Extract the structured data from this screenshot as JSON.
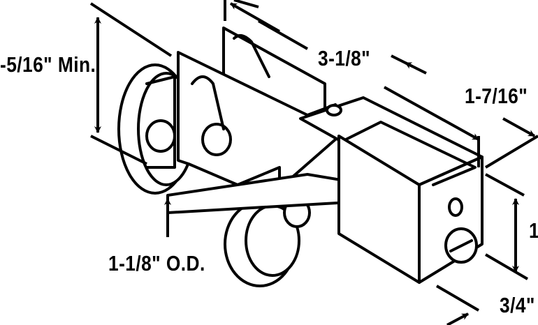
{
  "diagram": {
    "labels": {
      "min_height": "-5/16\" Min.",
      "length": "3-1/8\"",
      "depth": "1-7/16\"",
      "wheel_od": "1-1/8\"  O.D.",
      "height": "1",
      "width": "3/4\""
    },
    "colors": {
      "ink": "#000000",
      "background": "#ffffff"
    }
  }
}
